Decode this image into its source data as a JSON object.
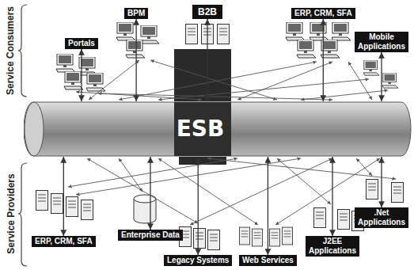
{
  "diagram": {
    "nodes": [
      {
        "text": [
          "Portals"
        ]
      },
      {
        "text": [
          "BPM"
        ]
      },
      {
        "text": [
          "B2B"
        ]
      },
      {
        "text": [
          "ERP, CRM, SFA"
        ]
      },
      {
        "text": [
          "Mobile Applications"
        ]
      },
      {
        "text": [
          "ESB"
        ]
      },
      {
        "text": [
          "ERP, CRM, SFA"
        ]
      },
      {
        "text": [
          "Enterprise Data"
        ]
      },
      {
        "text": [
          "Legacy Systems"
        ]
      },
      {
        "text": [
          "Web Services"
        ]
      },
      {
        "text": [
          "J2EE Applications"
        ]
      },
      {
        "text": [
          ".Net Applications"
        ]
      }
    ],
    "edges": [
      {
        "from": 0,
        "to": 5,
        "arrow": "both"
      },
      {
        "from": 1,
        "to": 5,
        "arrow": "both"
      },
      {
        "from": 2,
        "to": 5,
        "arrow": "both"
      },
      {
        "from": 3,
        "to": 5,
        "arrow": "both"
      },
      {
        "from": 4,
        "to": 5,
        "arrow": "both"
      },
      {
        "from": 6,
        "to": 5,
        "arrow": "both"
      },
      {
        "from": 7,
        "to": 5,
        "arrow": "both"
      },
      {
        "from": 8,
        "to": 5,
        "arrow": "both"
      },
      {
        "from": 9,
        "to": 5,
        "arrow": "both"
      },
      {
        "from": 10,
        "to": 5,
        "arrow": "both"
      },
      {
        "from": 11,
        "to": 5,
        "arrow": "both"
      }
    ],
    "labels": [
      "Service Consumers",
      "Service Providers"
    ]
  }
}
